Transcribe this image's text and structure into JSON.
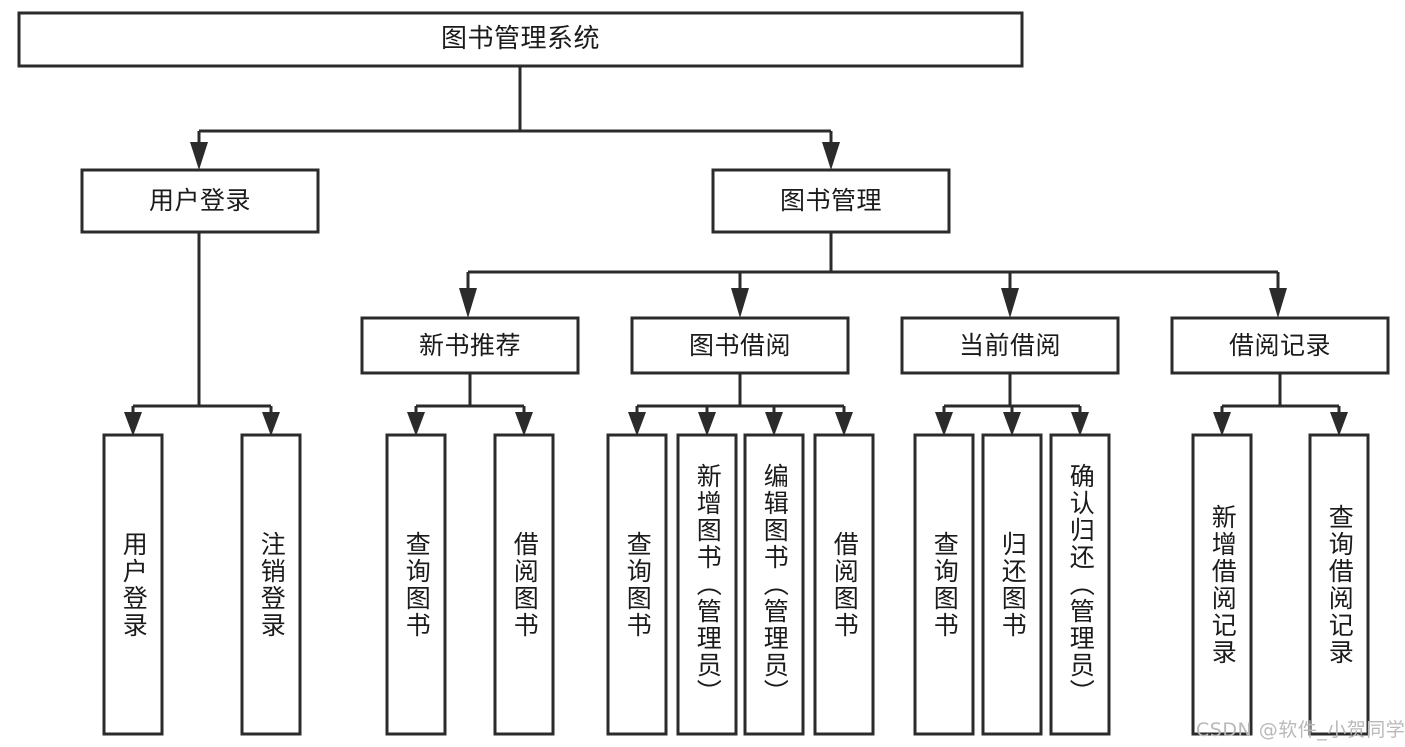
{
  "diagram": {
    "type": "tree-hierarchy-chart",
    "title": "图书管理系统",
    "background_color": "#ffffff",
    "line_color": "#2b2b2b",
    "text_color": "#1b1b1b",
    "levels": [
      {
        "level": 0,
        "orientation": "horizontal",
        "nodes": [
          {
            "id": "root",
            "label": "图书管理系统"
          }
        ]
      },
      {
        "level": 1,
        "orientation": "horizontal",
        "nodes": [
          {
            "id": "login",
            "label": "用户登录",
            "parent": "root"
          },
          {
            "id": "bookmgmt",
            "label": "图书管理",
            "parent": "root"
          }
        ]
      },
      {
        "level": 2,
        "orientation": "horizontal",
        "nodes": [
          {
            "id": "newbook",
            "label": "新书推荐",
            "parent": "bookmgmt"
          },
          {
            "id": "borrow",
            "label": "图书借阅",
            "parent": "bookmgmt"
          },
          {
            "id": "current",
            "label": "当前借阅",
            "parent": "bookmgmt"
          },
          {
            "id": "records",
            "label": "借阅记录",
            "parent": "bookmgmt"
          }
        ]
      },
      {
        "level": 3,
        "orientation": "vertical",
        "nodes": [
          {
            "id": "leaf1",
            "label": "用户登录",
            "parent": "login"
          },
          {
            "id": "leaf2",
            "label": "注销登录",
            "parent": "login"
          },
          {
            "id": "leaf3",
            "label": "查询图书",
            "parent": "newbook"
          },
          {
            "id": "leaf4",
            "label": "借阅图书",
            "parent": "newbook"
          },
          {
            "id": "leaf5",
            "label": "查询图书",
            "parent": "borrow"
          },
          {
            "id": "leaf6",
            "label": "新增图书（管理员）",
            "parent": "borrow"
          },
          {
            "id": "leaf7",
            "label": "编辑图书（管理员）",
            "parent": "borrow"
          },
          {
            "id": "leaf8",
            "label": "借阅图书",
            "parent": "borrow"
          },
          {
            "id": "leaf9",
            "label": "查询图书",
            "parent": "current"
          },
          {
            "id": "leaf10",
            "label": "归还图书",
            "parent": "current"
          },
          {
            "id": "leaf11",
            "label": "确认归还（管理员）",
            "parent": "current"
          },
          {
            "id": "leaf12",
            "label": "新增借阅记录",
            "parent": "records"
          },
          {
            "id": "leaf13",
            "label": "查询借阅记录",
            "parent": "records"
          }
        ]
      }
    ]
  },
  "watermark": {
    "text": "CSDN @软件_小贺同学",
    "color": "#b9b9b9"
  }
}
